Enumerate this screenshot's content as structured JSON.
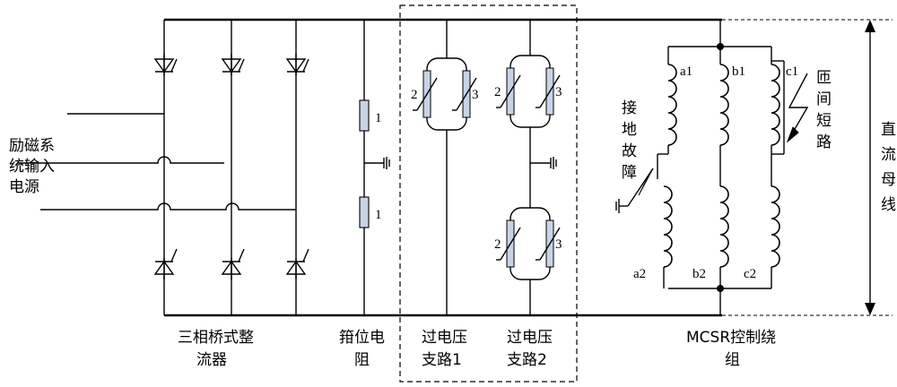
{
  "labels": {
    "input_source": [
      "励磁系",
      "统输入",
      "电源"
    ],
    "rectifier": [
      "三相桥式整",
      "流器"
    ],
    "clamp_resistor": [
      "箝位电",
      "阻"
    ],
    "branch1": [
      "过电压",
      "支路1"
    ],
    "branch2": [
      "过电压",
      "支路2"
    ],
    "control_winding": [
      "MCSR控制绕",
      "组"
    ],
    "dc_bus": [
      "直",
      "流",
      "母",
      "线"
    ],
    "ground_fault": [
      "接",
      "地",
      "故",
      "障"
    ],
    "turn_short": [
      "匝",
      "间",
      "短",
      "路"
    ]
  },
  "component_numbers": {
    "resistor_upper": "1",
    "resistor_lower": "1",
    "varistor_a": "2",
    "varistor_b": "3"
  },
  "winding_terminals": {
    "a1": "a1",
    "b1": "b1",
    "c1": "c1",
    "a2": "a2",
    "b2": "b2",
    "c2": "c2"
  },
  "colors": {
    "component_fill": "#c9d3e6",
    "line": "#000000"
  }
}
